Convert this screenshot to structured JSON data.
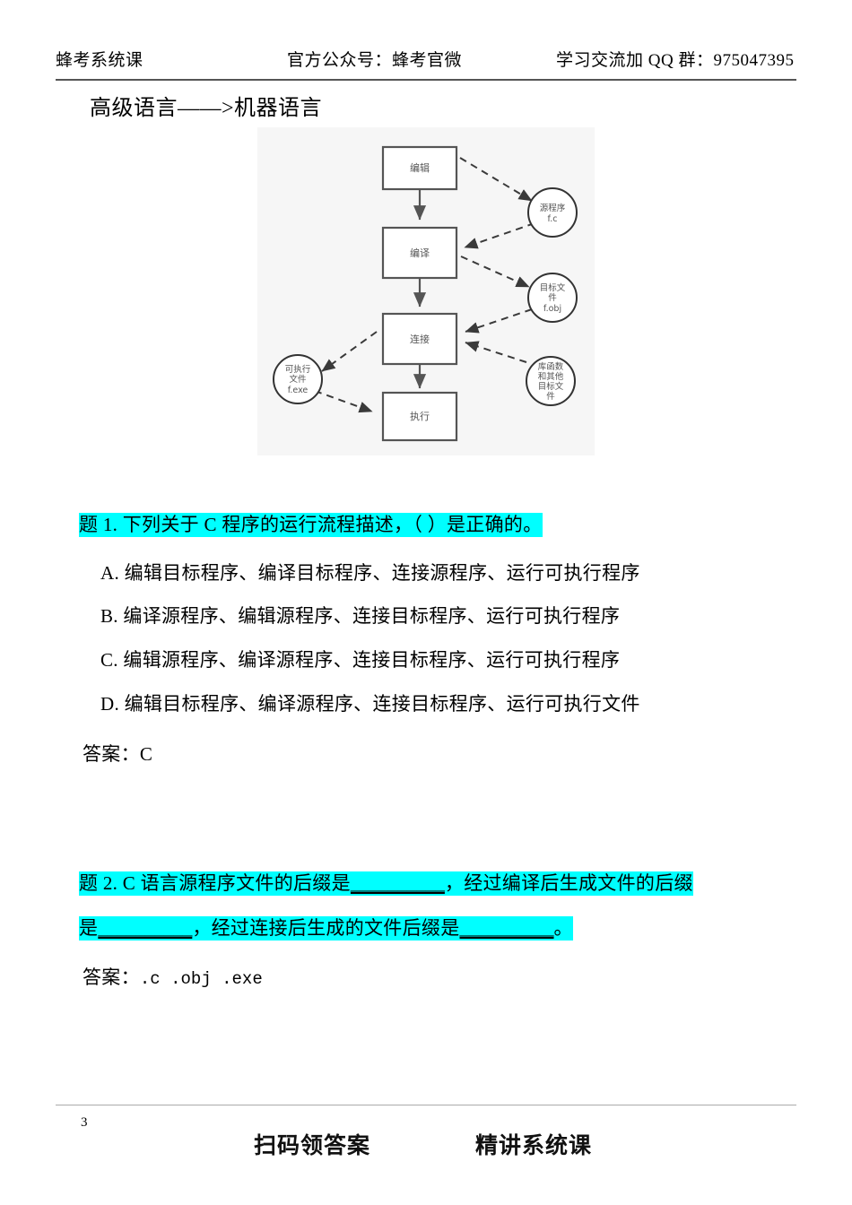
{
  "header": {
    "left": "蜂考系统课",
    "center": "官方公众号：蜂考官微",
    "right": "学习交流加 QQ 群：975047395"
  },
  "section": {
    "title": "高级语言——>机器语言"
  },
  "diagram": {
    "background_color": "#f6f6f6",
    "stroke_color": "#555555",
    "box_fill": "#ffffff",
    "process_nodes": [
      {
        "id": "edit",
        "label": "编辑"
      },
      {
        "id": "compile",
        "label": "编译"
      },
      {
        "id": "link",
        "label": "连接"
      },
      {
        "id": "run",
        "label": "执行"
      }
    ],
    "file_nodes": [
      {
        "id": "source",
        "lines": [
          "源程序",
          "f.c"
        ]
      },
      {
        "id": "object",
        "lines": [
          "目标文",
          "件",
          "f.obj"
        ]
      },
      {
        "id": "executable",
        "lines": [
          "可执行",
          "文件",
          "f.exe"
        ]
      },
      {
        "id": "library",
        "lines": [
          "库函数",
          "和其他",
          "目标文",
          "件"
        ]
      }
    ],
    "edges": [
      {
        "from": "edit",
        "to": "compile",
        "style": "solid"
      },
      {
        "from": "compile",
        "to": "link",
        "style": "solid"
      },
      {
        "from": "link",
        "to": "run",
        "style": "solid"
      },
      {
        "from": "edit",
        "to": "source",
        "style": "dashed"
      },
      {
        "from": "source",
        "to": "compile",
        "style": "dashed"
      },
      {
        "from": "compile",
        "to": "object",
        "style": "dashed"
      },
      {
        "from": "object",
        "to": "link",
        "style": "dashed"
      },
      {
        "from": "library",
        "to": "link",
        "style": "dashed"
      },
      {
        "from": "link",
        "to": "executable",
        "style": "dashed"
      },
      {
        "from": "executable",
        "to": "run",
        "style": "dashed"
      }
    ]
  },
  "question1": {
    "stem": "题 1. 下列关于 C 程序的运行流程描述，（      ）是正确的。",
    "highlight_color": "#00ffff",
    "options": [
      "A. 编辑目标程序、编译目标程序、连接源程序、运行可执行程序",
      "B. 编译源程序、编辑源程序、连接目标程序、运行可执行程序",
      "C. 编辑源程序、编译源程序、连接目标程序、运行可执行程序",
      "D. 编辑目标程序、编译源程序、连接目标程序、运行可执行文件"
    ],
    "answer_label": "答案：",
    "answer_value": "C"
  },
  "question2": {
    "highlight_color": "#00ffff",
    "line1_part1": "题 2. C 语言源程序文件的后缀是",
    "line1_blank": "__________",
    "line1_part2": "，经过编译后生成文件的后缀",
    "line2_part1": "是",
    "line2_blank1": "__________",
    "line2_part2": "，经过连接后生成的文件后缀是",
    "line2_blank2": "__________",
    "line2_part3": "。",
    "answer_label": "答案：",
    "answer_value": ".c   .obj   .exe"
  },
  "footer": {
    "page_number": "3",
    "left_text": "扫码领答案",
    "right_text": "精讲系统课"
  }
}
